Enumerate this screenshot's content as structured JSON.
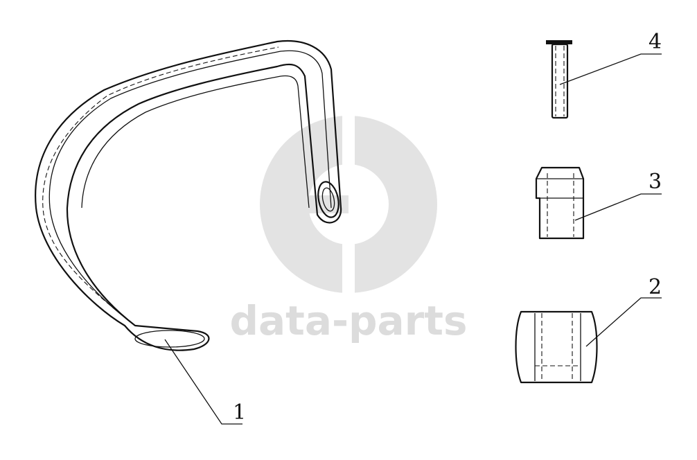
{
  "watermark": {
    "brand_text": "data-parts",
    "logo_icon": "dp-logo-icon",
    "color": "#dcdcdc"
  },
  "callouts": [
    {
      "id": "1",
      "label": "1",
      "part": "bracket-clip"
    },
    {
      "id": "2",
      "label": "2",
      "part": "nut"
    },
    {
      "id": "3",
      "label": "3",
      "part": "sleeve"
    },
    {
      "id": "4",
      "label": "4",
      "part": "pin"
    }
  ],
  "colors": {
    "ink": "#111111",
    "background": "#ffffff"
  }
}
